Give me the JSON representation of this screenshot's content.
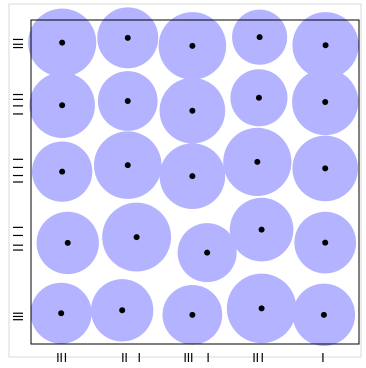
{
  "chart_data": {
    "type": "scatter",
    "title": "",
    "xlabel": "",
    "ylabel": "",
    "xlim": [
      0,
      1
    ],
    "ylim": [
      0,
      1
    ],
    "grid": false,
    "legend": "none",
    "colors": {
      "circle_fill": "#b3b3ff",
      "point": "#000000",
      "frame": "#000000",
      "outer_border": "#d9d9d9"
    },
    "points": [
      {
        "x": 0.095,
        "y": 0.93,
        "r": 0.104
      },
      {
        "x": 0.295,
        "y": 0.945,
        "r": 0.093
      },
      {
        "x": 0.492,
        "y": 0.92,
        "r": 0.103
      },
      {
        "x": 0.697,
        "y": 0.947,
        "r": 0.084
      },
      {
        "x": 0.898,
        "y": 0.922,
        "r": 0.101
      },
      {
        "x": 0.095,
        "y": 0.737,
        "r": 0.1
      },
      {
        "x": 0.295,
        "y": 0.75,
        "r": 0.091
      },
      {
        "x": 0.492,
        "y": 0.72,
        "r": 0.1
      },
      {
        "x": 0.695,
        "y": 0.76,
        "r": 0.087
      },
      {
        "x": 0.897,
        "y": 0.747,
        "r": 0.101
      },
      {
        "x": 0.095,
        "y": 0.532,
        "r": 0.092
      },
      {
        "x": 0.295,
        "y": 0.552,
        "r": 0.103
      },
      {
        "x": 0.492,
        "y": 0.518,
        "r": 0.1
      },
      {
        "x": 0.69,
        "y": 0.562,
        "r": 0.104
      },
      {
        "x": 0.897,
        "y": 0.542,
        "r": 0.1
      },
      {
        "x": 0.112,
        "y": 0.312,
        "r": 0.095
      },
      {
        "x": 0.322,
        "y": 0.33,
        "r": 0.105
      },
      {
        "x": 0.537,
        "y": 0.282,
        "r": 0.09
      },
      {
        "x": 0.703,
        "y": 0.353,
        "r": 0.097
      },
      {
        "x": 0.897,
        "y": 0.313,
        "r": 0.094
      },
      {
        "x": 0.092,
        "y": 0.095,
        "r": 0.093
      },
      {
        "x": 0.278,
        "y": 0.104,
        "r": 0.095
      },
      {
        "x": 0.492,
        "y": 0.09,
        "r": 0.091
      },
      {
        "x": 0.703,
        "y": 0.11,
        "r": 0.106
      },
      {
        "x": 0.893,
        "y": 0.09,
        "r": 0.095
      }
    ],
    "x_rug": [
      0.082,
      0.092,
      0.105,
      0.28,
      0.29,
      0.33,
      0.47,
      0.48,
      0.49,
      0.54,
      0.68,
      0.69,
      0.705,
      0.89
    ],
    "y_rug": [
      0.075,
      0.085,
      0.095,
      0.29,
      0.305,
      0.335,
      0.36,
      0.5,
      0.52,
      0.545,
      0.57,
      0.71,
      0.735,
      0.755,
      0.77,
      0.915,
      0.925,
      0.94
    ]
  }
}
